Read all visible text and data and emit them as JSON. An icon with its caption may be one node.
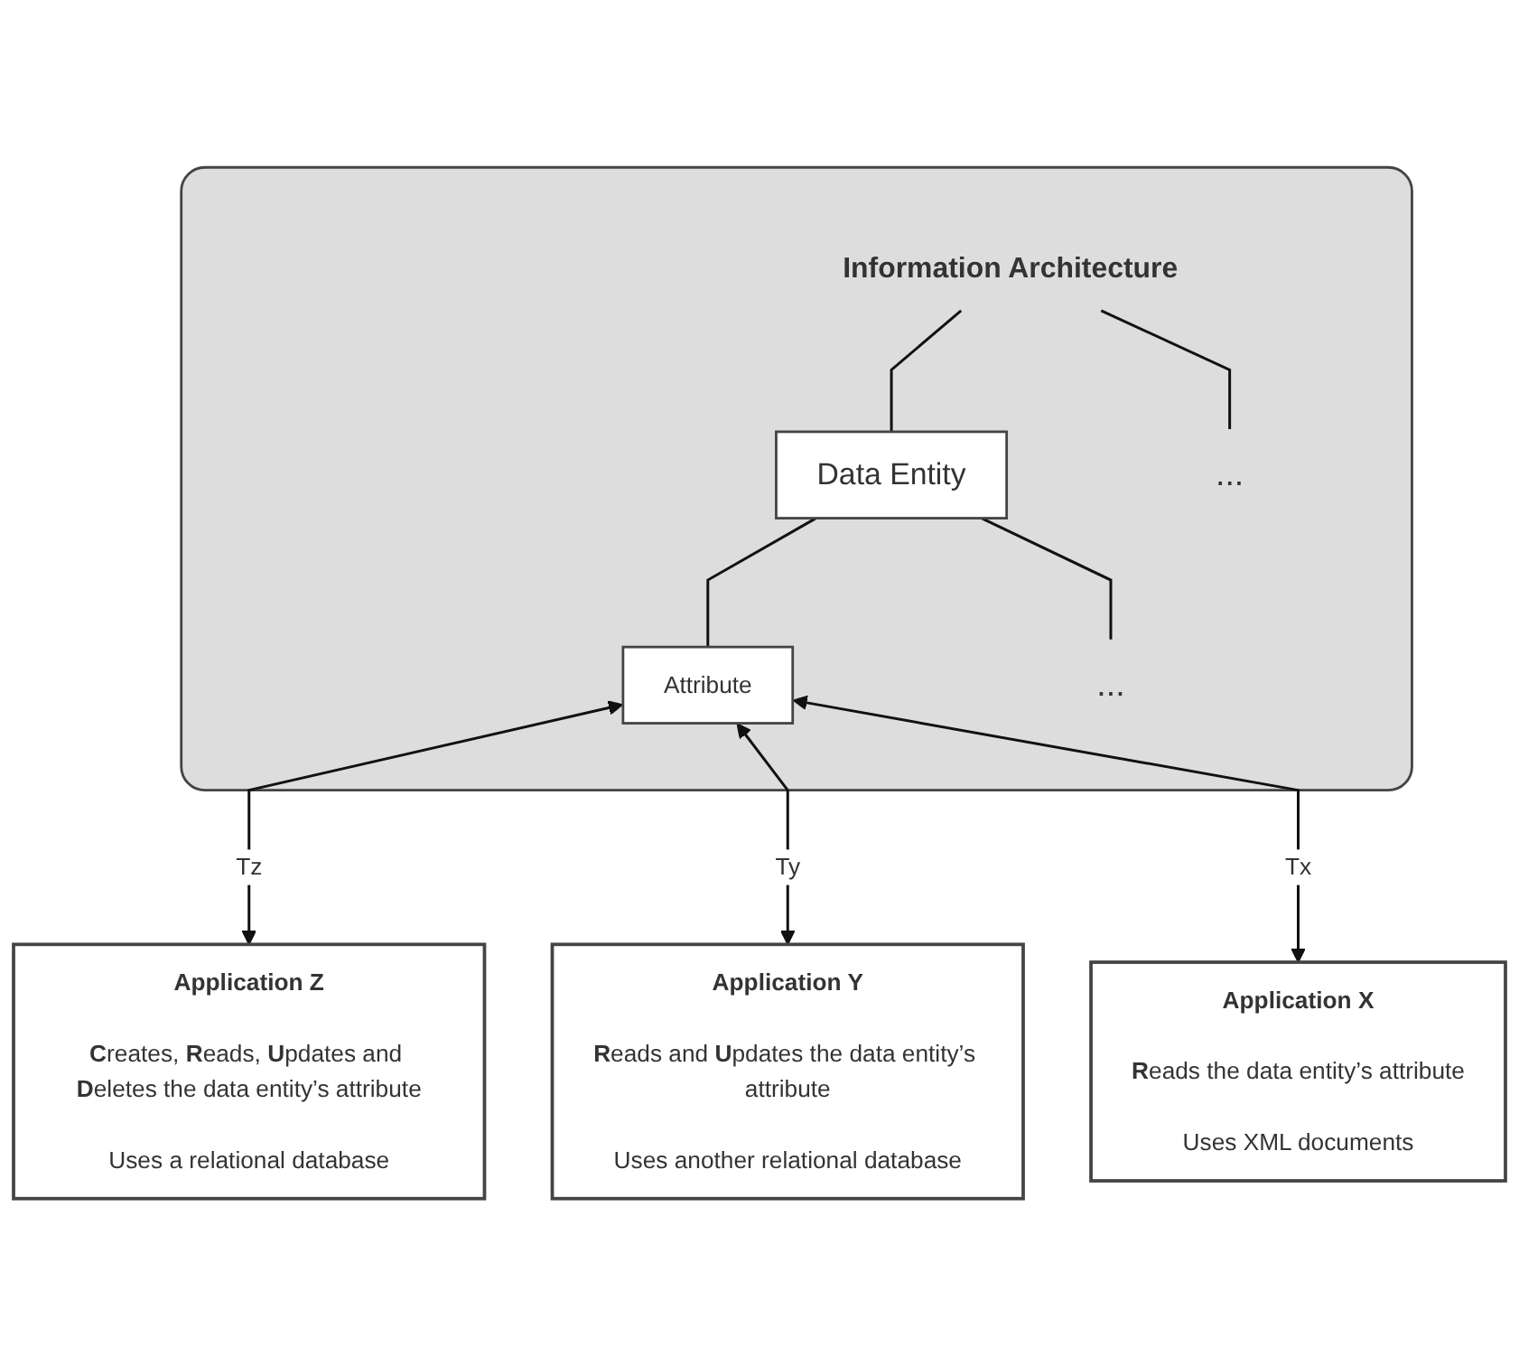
{
  "diagram": {
    "nodes": [
      {
        "text": [],
        "shape": "box"
      },
      {
        "text": [
          "Information Architecture"
        ],
        "in": 0
      },
      {
        "text": [
          "Data Entity"
        ],
        "in": 0
      },
      {
        "text": [
          "..."
        ],
        "in": 0
      },
      {
        "text": [
          "Attribute"
        ],
        "in": 0
      },
      {
        "text": [
          "..."
        ],
        "in": 0
      },
      {
        "text": [
          "Application Z",
          "**C**reates, **R**eads, **U**pdates and **D**eletes the data entity’s attribute",
          "Uses a relational database"
        ]
      },
      {
        "text": [
          "Application Y",
          "**R**eads and **U**pdates the data entity’s attribute",
          "Uses another relational database"
        ]
      },
      {
        "text": [
          "Application X",
          "**R**eads the data entity’s attribute",
          "Uses XML documents"
        ]
      }
    ],
    "edges": [
      {
        "from": 1,
        "to": 2,
        "arrow": "none"
      },
      {
        "from": 1,
        "to": 3,
        "arrow": "none"
      },
      {
        "from": 2,
        "to": 4,
        "arrow": "none"
      },
      {
        "from": 2,
        "to": 5,
        "arrow": "none"
      },
      {
        "from": 4,
        "to": 6,
        "arrow": "both",
        "label": "Tz"
      },
      {
        "from": 4,
        "to": 7,
        "arrow": "both",
        "label": "Ty"
      },
      {
        "from": 4,
        "to": 8,
        "arrow": "both",
        "label": "Tx"
      }
    ]
  }
}
